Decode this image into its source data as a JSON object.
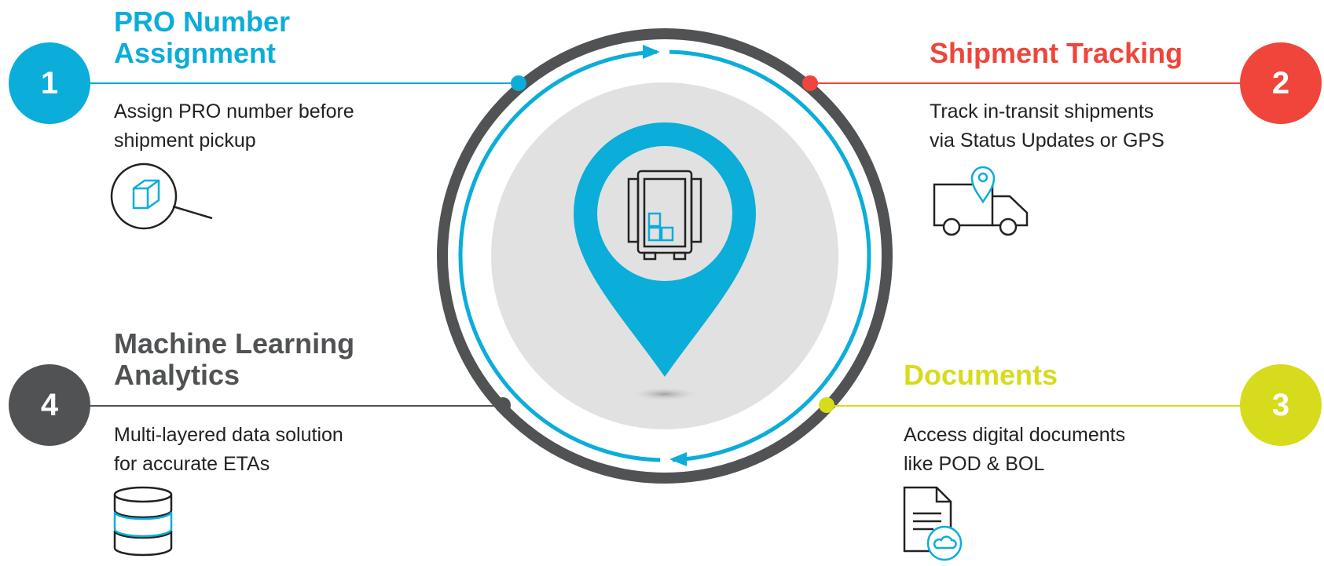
{
  "colors": {
    "blue": "#0badd9",
    "red": "#f0453a",
    "yellow": "#d6dc1c",
    "gray": "#505254",
    "disc": "#e1e1e1"
  },
  "steps": [
    {
      "number": "1",
      "title_lines": [
        "PRO Number",
        "Assignment"
      ],
      "desc_lines": [
        "Assign PRO number before",
        "shipment pickup"
      ],
      "icon": "box-magnifier-icon"
    },
    {
      "number": "2",
      "title_lines": [
        "Shipment Tracking"
      ],
      "desc_lines": [
        "Track in-transit shipments",
        "via Status Updates or GPS"
      ],
      "icon": "truck-location-icon"
    },
    {
      "number": "3",
      "title_lines": [
        "Documents"
      ],
      "desc_lines": [
        "Access digital documents",
        "like POD & BOL"
      ],
      "icon": "document-cloud-icon"
    },
    {
      "number": "4",
      "title_lines": [
        "Machine Learning",
        "Analytics"
      ],
      "desc_lines": [
        "Multi-layered data solution",
        "for accurate ETAs"
      ],
      "icon": "database-icon"
    }
  ],
  "center": {
    "icon": "location-pin-icon",
    "inner_icon": "trailer-boxes-icon"
  }
}
